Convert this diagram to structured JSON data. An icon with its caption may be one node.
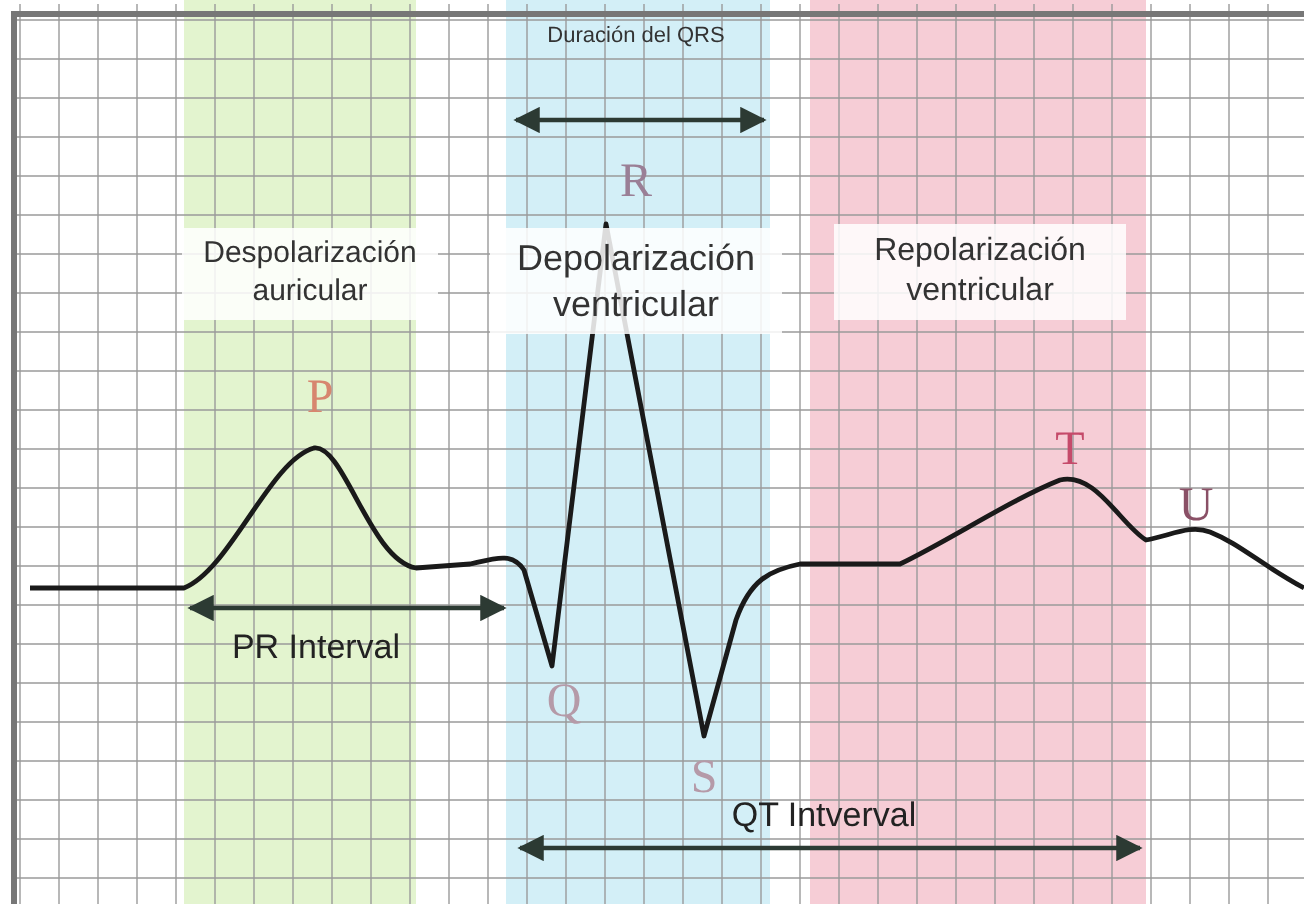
{
  "diagram": {
    "labels": [
      "Duración del QRS",
      "R",
      "Despolarización auricular",
      "Depolarización ventricular",
      "Repolarización ventricular",
      "P",
      "T",
      "U",
      "PR Interval",
      "Q",
      "S",
      "QT Intverval"
    ]
  }
}
